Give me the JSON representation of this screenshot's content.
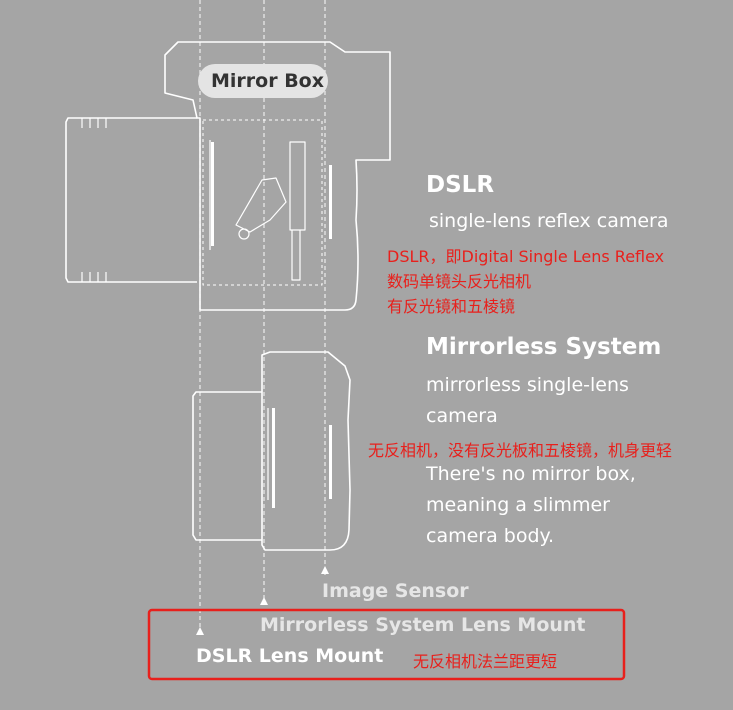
{
  "labels": {
    "mirror_box": "Mirror Box",
    "image_sensor": "Image Sensor",
    "mirrorless_mount": "Mirrorless System Lens Mount",
    "dslr_mount": "DSLR Lens Mount"
  },
  "dslr": {
    "title": "DSLR",
    "subtitle": "single-lens reflex camera",
    "note_line1": "DSLR，即Digital Single Lens Reflex",
    "note_line2": "数码单镜头反光相机",
    "note_line3": "有反光镜和五棱镜"
  },
  "mirrorless": {
    "title": "Mirrorless System",
    "subtitle_line1": "mirrorless single-lens",
    "subtitle_line2": "camera",
    "note": "无反相机，没有反光板和五棱镜，机身更轻",
    "desc_line1": "There's no mirror box,",
    "desc_line2": "meaning a slimmer",
    "desc_line3": "camera body."
  },
  "mount_note": "无反相机法兰距更短",
  "colors": {
    "background": "#a5a5a5",
    "outline": "#ffffff",
    "annotation": "#e8201c"
  }
}
